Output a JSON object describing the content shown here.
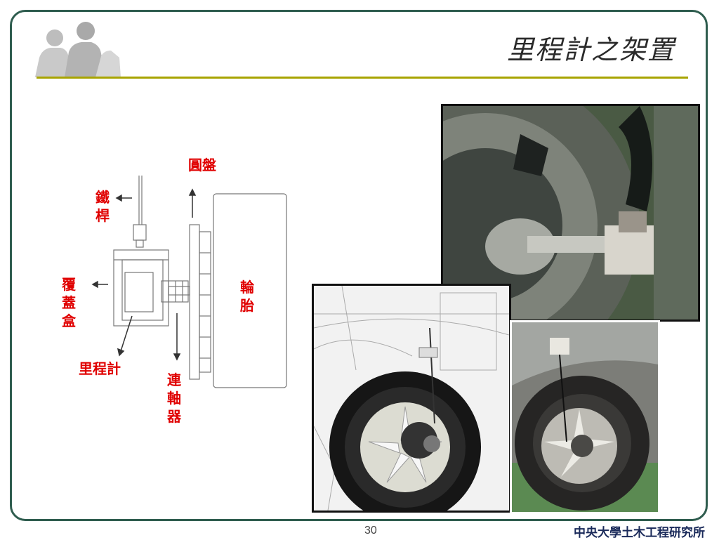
{
  "slide": {
    "title": "里程計之架置",
    "page_number": "30",
    "footer_org": "中央大學土木工程研究所"
  },
  "diagram": {
    "labels": {
      "disc": "圓盤",
      "rod": "鐵桿",
      "cover_box": "覆蓋盒",
      "odometer": "里程計",
      "coupler": "連軸器",
      "tire": "輪胎"
    },
    "colors": {
      "label": "#e00000",
      "line": "#777777"
    }
  },
  "photos": [
    {
      "name": "hub-mount-photo",
      "icon": "wheel-hub-odometer-photo"
    },
    {
      "name": "cad-wheel-render",
      "icon": "cad-wheel-icon"
    },
    {
      "name": "installed-wheel-photo",
      "icon": "installed-odometer-photo"
    }
  ],
  "theme": {
    "frame": "#2f5d4f",
    "rule": "#a8a400"
  }
}
